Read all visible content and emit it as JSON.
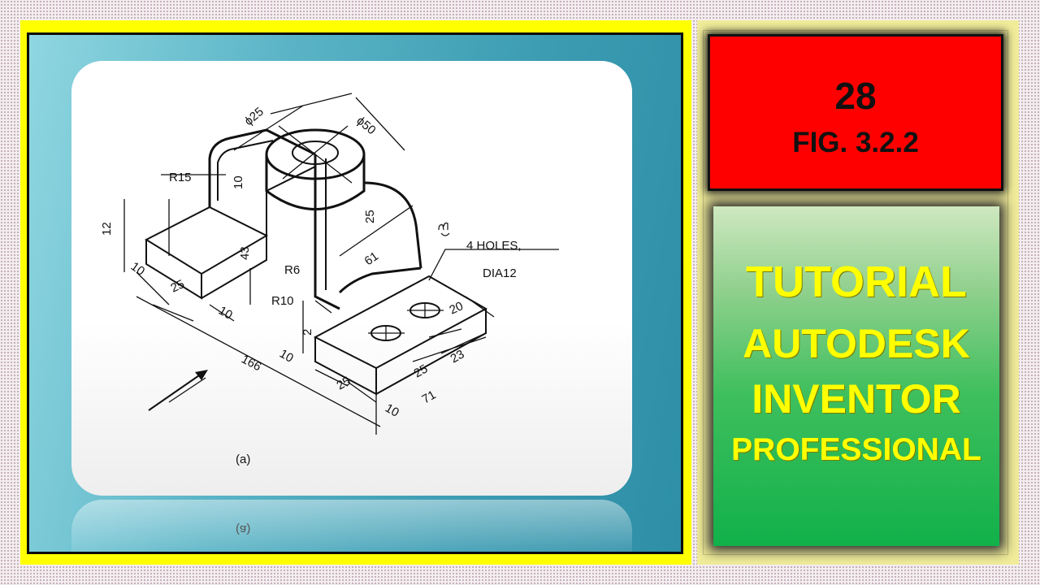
{
  "drawing": {
    "dimensions": {
      "d25": "ϕ25",
      "d50": "ϕ50",
      "r15": "R15",
      "v10_top": "10",
      "v25_boss": "25",
      "v12": "12",
      "v43": "43",
      "r6": "R6",
      "v10_left": "10",
      "v25_left": "25",
      "v10_leftb": "10",
      "r10": "R10",
      "v61": "61",
      "holes_line1": "4 HOLES,",
      "holes_line2": "DIA12",
      "v20": "20",
      "v2": "2",
      "v10_mid": "10",
      "v166": "166",
      "v25_mid": "25",
      "v10_bot": "10",
      "v25_right": "25",
      "v23": "23",
      "v71": "71"
    },
    "caption": "(a)",
    "reflected_caption": "(a)"
  },
  "badge": {
    "number": "28",
    "figure": "FIG. 3.2.2"
  },
  "title": {
    "line1": "TUTORIAL",
    "line2": "AUTODESK",
    "line3": "INVENTOR",
    "line4": "PROFESSIONAL"
  },
  "colors": {
    "frame_yellow": "#ffff00",
    "badge_red": "#ff0000",
    "title_yellow": "#ffff00",
    "panel_green": "#11b14a"
  }
}
